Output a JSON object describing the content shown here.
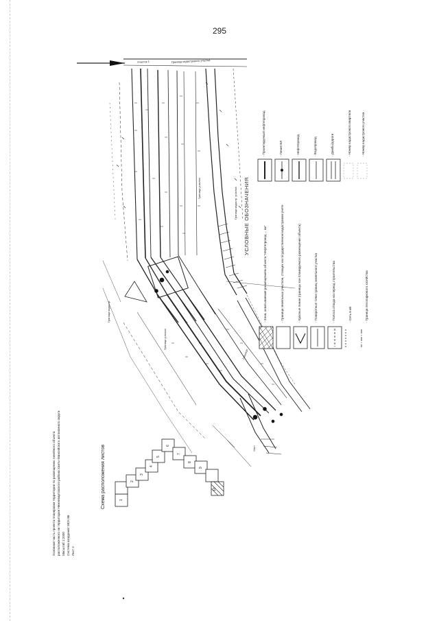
{
  "page": {
    "number": "295"
  },
  "legend": {
    "title": "УСЛОВНЫЕ ОБОЗНАЧЕНИЯ",
    "items": [
      {
        "label": "- Зона, охватываемая размещением объекта \"Нефтепровод ... км\""
      },
      {
        "label": "- Граница земельных участков, стоящих на государственном кадастровом учете"
      },
      {
        "label": "- Красные линии (границы зон планируемого размещения объекта)"
      },
      {
        "label": "- Поворотные точки границ земельного участка"
      },
      {
        "label": "- Полоса отвода на период строительства"
      },
      {
        "label": "- Сеть 6 кВ"
      },
      {
        "label": "- Граница лесопаркового хозяйства"
      },
      {
        "label": "- Проектируемый нефтепровод"
      },
      {
        "label": "- Линия ВЛ"
      },
      {
        "label": "- Нефтепровод"
      },
      {
        "label": "- Водопровод"
      },
      {
        "label": "- Дамбы/дороги"
      },
      {
        "label": "- Номер кадастрового квартала"
      },
      {
        "label": "- Номер кадастрового участка"
      }
    ]
  },
  "scheme": {
    "title": "Схема расположения листов",
    "sheets": [
      "1",
      "2",
      "3",
      "4",
      "5",
      "6",
      "7",
      "8",
      "9",
      "10"
    ]
  },
  "notes": {
    "lines": [
      "Основная часть проекта планировки территории по размещению линейного объекта",
      "расположенного на территории Нижневартовского района Ханты-Мансийского автономного округа",
      "Масштаб 1:2000",
      "Система координат МСК-86",
      "Лист 2"
    ]
  }
}
